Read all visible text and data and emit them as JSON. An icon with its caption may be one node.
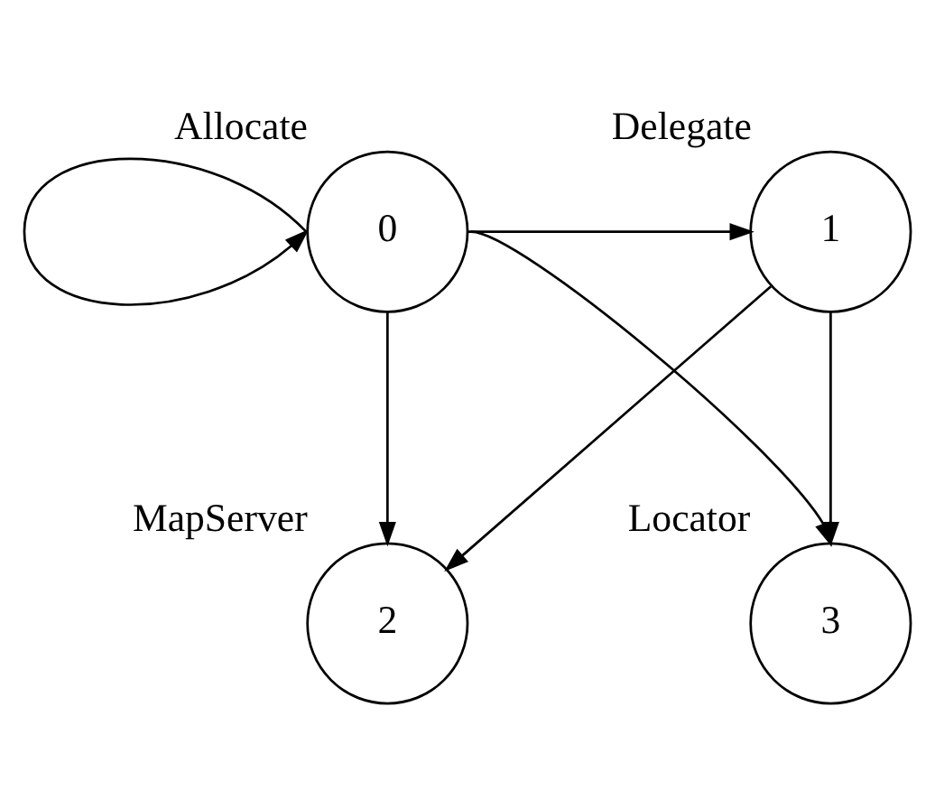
{
  "diagram": {
    "nodes": [
      {
        "text": [
          "0"
        ],
        "beside": [
          "Allocate"
        ]
      },
      {
        "text": [
          "1"
        ],
        "beside": [
          "Delegate"
        ]
      },
      {
        "text": [
          "2"
        ],
        "beside": [
          "MapServer"
        ]
      },
      {
        "text": [
          "3"
        ],
        "beside": [
          "Locator"
        ]
      }
    ],
    "edges": [
      {
        "from": 0,
        "to": 0,
        "arrow": "to"
      },
      {
        "from": 0,
        "to": 1,
        "arrow": "to"
      },
      {
        "from": 0,
        "to": 2,
        "arrow": "to"
      },
      {
        "from": 0,
        "to": 3,
        "arrow": "to"
      },
      {
        "from": 1,
        "to": 2,
        "arrow": "to"
      },
      {
        "from": 1,
        "to": 3,
        "arrow": "to"
      }
    ]
  }
}
